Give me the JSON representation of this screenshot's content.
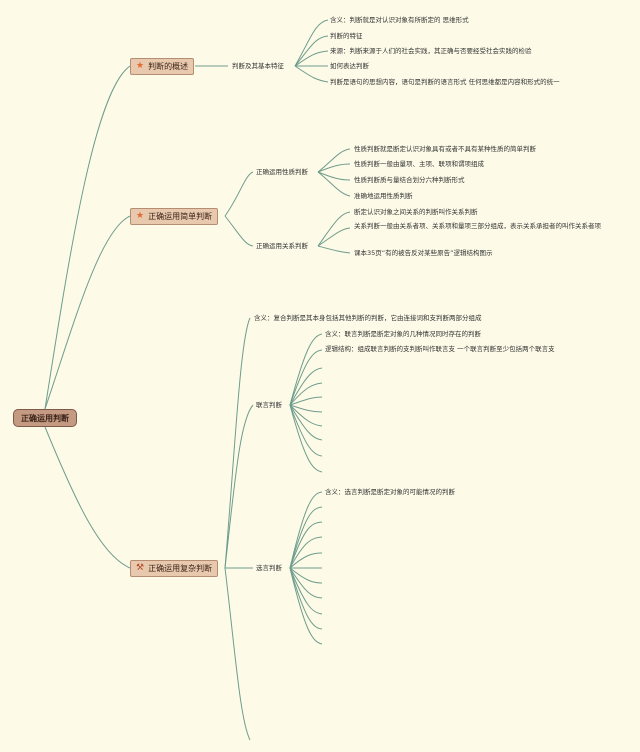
{
  "root": "正确运用判断",
  "topics": {
    "t1": {
      "label": "判断的概述",
      "icon": "star-icon"
    },
    "t2": {
      "label": "正确运用简单判断",
      "icon": "star-icon"
    },
    "t3": {
      "label": "正确运用复杂判断",
      "icon": "tools-icon"
    }
  },
  "t1": {
    "sub": "判断及其基本特征",
    "items": [
      "含义：判断就是对认识对象有所断定的 思维形式",
      "判断的特征",
      "来源：判断来源于人们的社会实践，其正确与否要经受社会实践的检验",
      "如何表达判断",
      "判断是语句的思想内容，语句是判断的语言形式 任何思维都是内容和形式的统一"
    ]
  },
  "t2": {
    "sub1": "正确运用性质判断",
    "sub1_items": [
      "性质判断就是断定认识对象具有或者不具有某种性质的简单判断",
      "性质判断一般由量项、主项、联项和谓项组成",
      "性质判断质与量结合划分六种判断形式",
      "准确地运用性质判断"
    ],
    "sub2": "正确运用关系判断",
    "sub2_items": [
      "断定认识对象之间关系的判断叫作关系判断",
      "关系判断一般由关系者项、关系项和量项三部分组成，表示关系承担者的叫作关系者项",
      "课本35页“有的被告反对某些原告”逻辑结构图示"
    ]
  },
  "t3": {
    "def": "含义：复合判断是其本身包括其他判断的判断，它由连接词和支判断两部分组成",
    "sub1": "联言判断",
    "sub1_items": [
      "含义：联言判断是断定对象的几种情况同时存在的判断",
      "逻辑结构：组成联言判断的支判断叫作联言支 一个联言判断至少包括两个联言支"
    ],
    "sub2": "选言判断",
    "sub2_items": [
      "含义：选言判断是断定对象的可能情况的判断"
    ]
  },
  "colors": {
    "line": "#6f9c8c",
    "topic_fill": "#e9c9ae",
    "root_fill": "#c49a83",
    "background": "#fdfbe8"
  }
}
